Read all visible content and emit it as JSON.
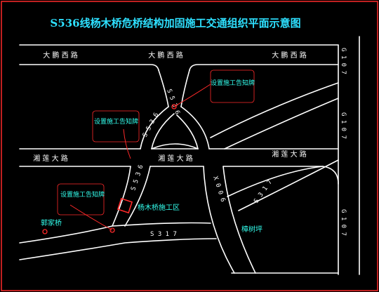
{
  "title": "S536线杨木桥危桥结构加固施工交通组织平面示意图",
  "roads": {
    "dapeng_left": "大 鹏 西 路",
    "dapeng_mid": "大 鹏 西 路",
    "dapeng_right": "大 鹏 西 路",
    "xianglian_left": "湘 莲 大 路",
    "xianglian_mid": "湘 莲 大 路",
    "xianglian_right": "湘 莲 大 路",
    "s536_top": "S 5 3 6",
    "s536_ramp": "S 5 3 6",
    "s536_low": "S 5 3 6",
    "x006": "X 0 0 6",
    "s317_bottom": "S 3 1 7",
    "s317_diag": "S 3 1 7",
    "g107_top": "G 1 0 7",
    "g107_mid": "G 1 0 7",
    "g107_bottom": "G 1 0 7"
  },
  "notes": {
    "sign_top": "设置施工告知牌",
    "sign_mid": "设置施工告知牌",
    "sign_low": "设置施工告知牌"
  },
  "places": {
    "construction_zone": "杨木桥施工区",
    "guojia_bridge": "郭家桥",
    "zhangshu_ping": "樟树坪"
  },
  "colors": {
    "background": "#000000",
    "road_edge": "#ffffff",
    "frame": "#ff2a2a",
    "title": "#2ee0ff",
    "note_text": "#33ffee",
    "leader": "#ff2a2a",
    "marker": "#ff2a2a"
  }
}
